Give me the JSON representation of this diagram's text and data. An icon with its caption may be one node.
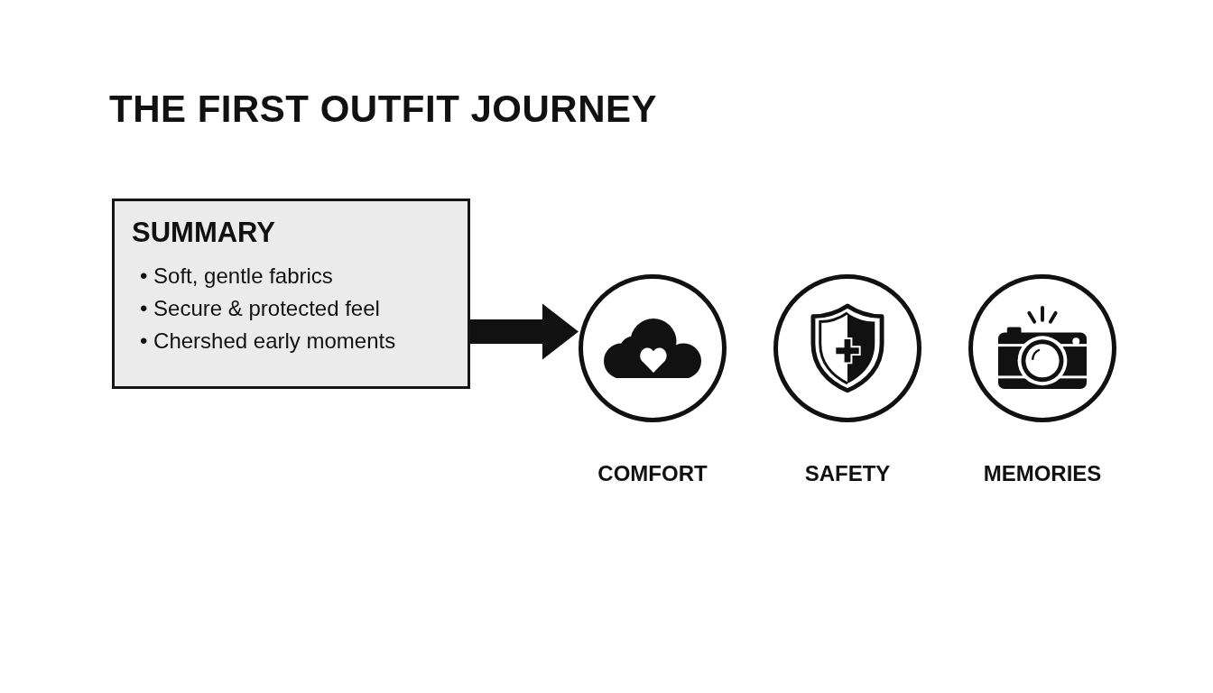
{
  "diagram": {
    "title": "THE FIRST OUTFIT JOURNEY",
    "nodes": [
      {
        "text": [
          "SUMMARY",
          "• Soft, gentle fabrics",
          "• Secure & protected feel",
          "• Chershed early moments"
        ]
      },
      {
        "text": [
          "COMFORT"
        ]
      },
      {
        "text": [
          "SAFETY"
        ]
      },
      {
        "text": [
          "MEMORIES"
        ]
      }
    ],
    "edges": [
      {
        "from": 0,
        "to": 1,
        "arrow": "to"
      }
    ]
  }
}
